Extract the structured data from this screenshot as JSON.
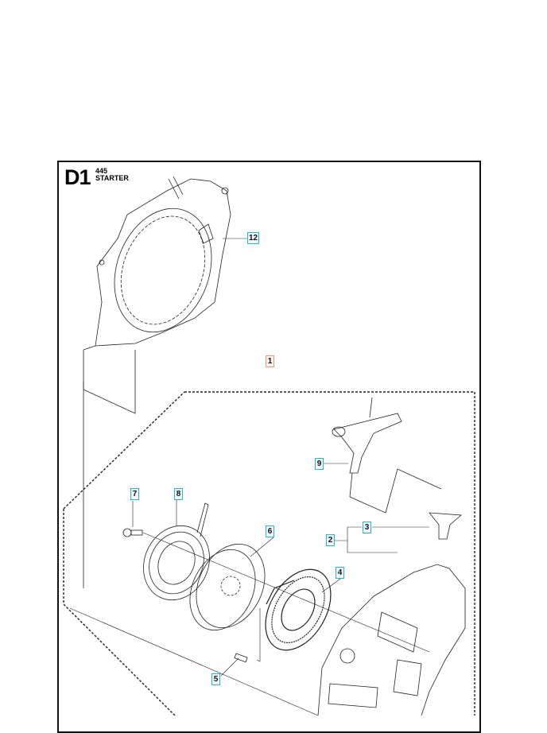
{
  "header": {
    "code": "D1",
    "model": "445",
    "title": "STARTER"
  },
  "callouts": [
    {
      "num": "12"
    },
    {
      "num": "1"
    },
    {
      "num": "9"
    },
    {
      "num": "7"
    },
    {
      "num": "8"
    },
    {
      "num": "3"
    },
    {
      "num": "2"
    },
    {
      "num": "6"
    },
    {
      "num": "4"
    },
    {
      "num": "5"
    }
  ],
  "colors": {
    "callout_border": "#2fb0cc",
    "assembly_callout_border": "#e8987a"
  }
}
